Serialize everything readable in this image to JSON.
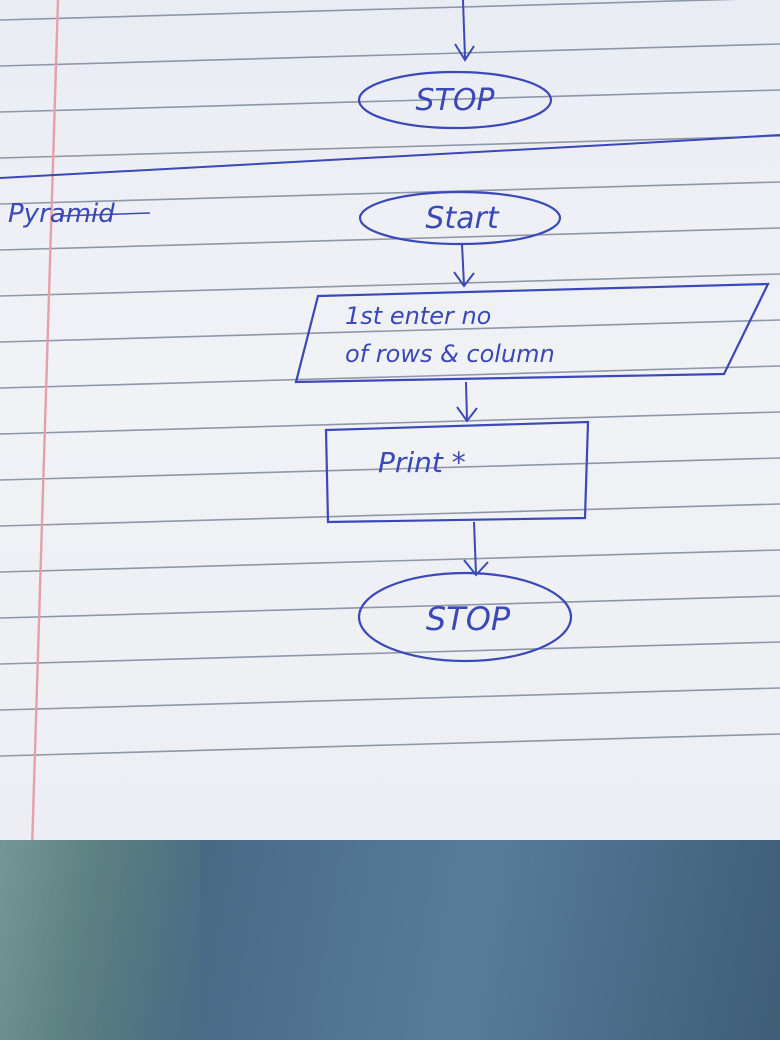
{
  "side_label": "Pyramid",
  "flowchart": {
    "top_stop": "STOP",
    "start": "Start",
    "input_line1": "1st enter no",
    "input_line2": "of rows & column",
    "process": "Print *",
    "end_stop": "STOP"
  },
  "colors": {
    "ink": "#3a48b8",
    "rule_lines": "#6e7a8e",
    "margin_line": "#e6a0a8",
    "paper": "#eef0f5",
    "fabric": "#4d6f8b"
  }
}
